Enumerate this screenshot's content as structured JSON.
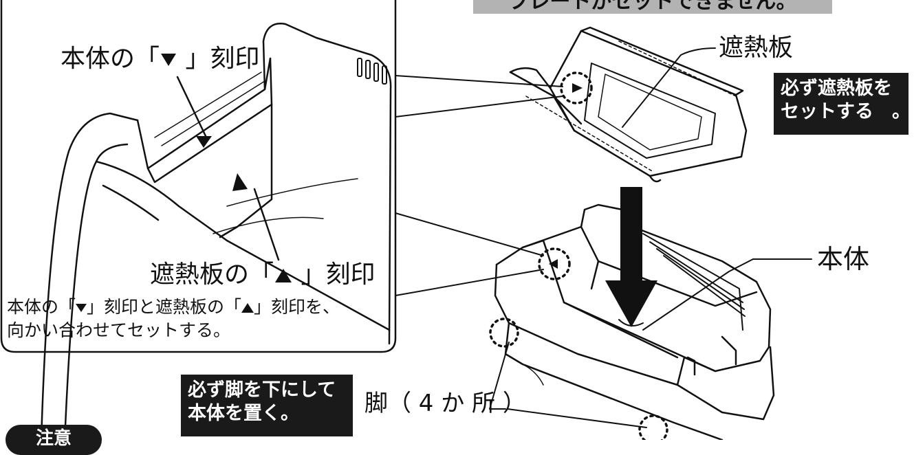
{
  "banner": {
    "text": "プレートがセットできません。"
  },
  "callout": {
    "mark_body_pre": "本体の「",
    "mark_body_post": " 」刻印",
    "mark_plate_pre": "遮熱板の「",
    "mark_plate_post": " 」刻印",
    "instr_1": "本体の「",
    "instr_2": "」刻印と遮熱板の「",
    "instr_3": "」刻印を、",
    "instr_line2": "向かい合わせてセットする。"
  },
  "labels": {
    "heat_shield": "遮熱板",
    "body": "本体",
    "feet": "脚（ 4 か 所 ）"
  },
  "boxes": {
    "shield_line1": "必ず遮熱板を",
    "shield_line2": "セットする　。",
    "feet_line1": "必ず脚を下にして",
    "feet_line2": "本体を置く。"
  },
  "note_badge": "注意",
  "colors": {
    "ink": "#111111",
    "box": "#1a1a1a",
    "banner": "#b3b3b3"
  }
}
